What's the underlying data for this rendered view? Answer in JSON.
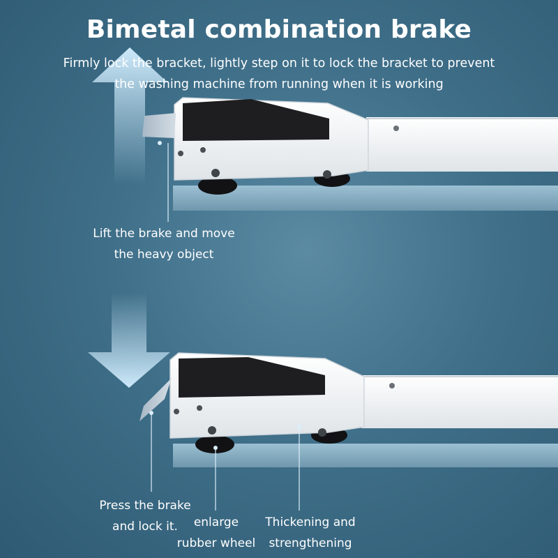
{
  "title": "Bimetal combination brake",
  "subtitle": "Firmly lock the bracket, lightly step on it to lock the bracket to prevent the washing machine from running when it is working",
  "labels": {
    "lift_line1": "Lift the brake and move",
    "lift_line2": "the heavy object",
    "press_line1": "Press the brake",
    "press_line2": "and lock it.",
    "wheel_line1": "enlarge",
    "wheel_line2": "rubber wheel",
    "thick_line1": "Thickening and",
    "thick_line2": "strengthening"
  },
  "colors": {
    "background": "#3f6f89",
    "arrow": "#bfe3f7",
    "bracket": "#f2f4f6",
    "pad": "#1e1e20",
    "shelf": "#8fb5c9"
  },
  "icons": {
    "up_arrow": "arrow-up-icon",
    "down_arrow": "arrow-down-icon"
  }
}
